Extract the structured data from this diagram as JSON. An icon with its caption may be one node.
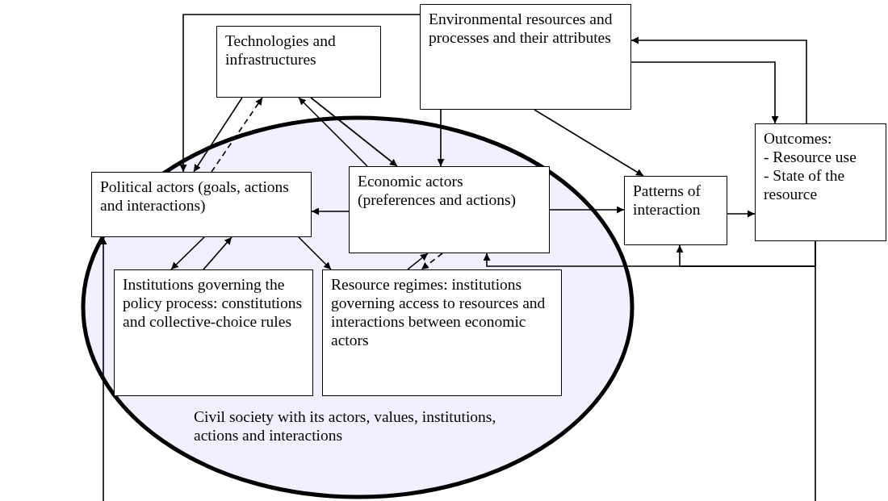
{
  "diagram": {
    "nodes": [
      {
        "text": [
          "Environmental resources and processes and their attributes"
        ]
      },
      {
        "text": [
          "Technologies and infrastructures"
        ]
      },
      {
        "text": [
          "Civil society with its actors, values, institutions, actions and interactions"
        ]
      },
      {
        "text": [
          "Political actors (goals, actions and interactions)"
        ],
        "in": 2
      },
      {
        "text": [
          "Economic actors (preferences and actions)"
        ],
        "in": 2
      },
      {
        "text": [
          "Patterns of interaction"
        ]
      },
      {
        "text": [
          "Outcomes:",
          "- Resource use",
          "- State of the resource"
        ]
      },
      {
        "text": [
          "Institutions governing the policy process: constitutions and collective-choice rules"
        ],
        "in": 2
      },
      {
        "text": [
          "Resource regimes: institutions governing access to resources and interactions between economic actors"
        ],
        "in": 2
      }
    ],
    "edges": [
      {
        "from": 0,
        "to": 3,
        "arrow": "to"
      },
      {
        "from": 1,
        "to": 3,
        "arrow": "to"
      },
      {
        "from": 3,
        "to": 1,
        "arrow": "to",
        "style": "dashed"
      },
      {
        "from": 4,
        "to": 1,
        "arrow": "to"
      },
      {
        "from": 1,
        "to": 4,
        "arrow": "to"
      },
      {
        "from": 0,
        "to": 4,
        "arrow": "to"
      },
      {
        "from": 0,
        "to": 5,
        "arrow": "to"
      },
      {
        "from": 6,
        "to": 0,
        "arrow": "to"
      },
      {
        "from": 0,
        "to": 6,
        "arrow": "to"
      },
      {
        "from": 4,
        "to": 3,
        "arrow": "to"
      },
      {
        "from": 4,
        "to": 5,
        "arrow": "to"
      },
      {
        "from": 5,
        "to": 6,
        "arrow": "to"
      },
      {
        "from": 7,
        "to": 3,
        "arrow": "to"
      },
      {
        "from": 3,
        "to": 7,
        "arrow": "to"
      },
      {
        "from": 3,
        "to": 8,
        "arrow": "to"
      },
      {
        "from": 8,
        "to": 4,
        "arrow": "to"
      },
      {
        "from": 4,
        "to": 8,
        "arrow": "to",
        "style": "dashed"
      },
      {
        "from": 6,
        "to": 4,
        "arrow": "to"
      },
      {
        "from": 6,
        "to": 5,
        "arrow": "to"
      },
      {
        "from": 6,
        "to": null,
        "arrow": "none"
      },
      {
        "from": null,
        "to": 3,
        "arrow": "to"
      }
    ]
  }
}
